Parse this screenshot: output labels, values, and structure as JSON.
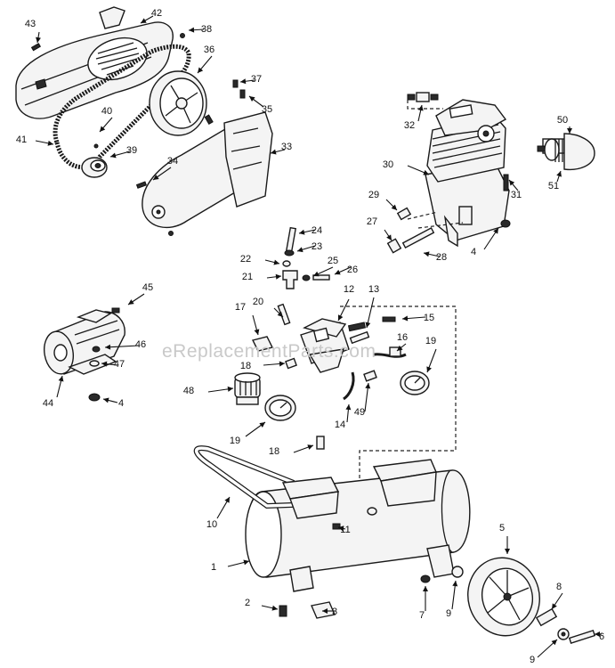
{
  "watermark": "eReplacementParts.com",
  "callouts": [
    {
      "id": "c43",
      "label": "43"
    },
    {
      "id": "c42",
      "label": "42"
    },
    {
      "id": "c38",
      "label": "38"
    },
    {
      "id": "c36",
      "label": "36"
    },
    {
      "id": "c37",
      "label": "37"
    },
    {
      "id": "c35",
      "label": "35"
    },
    {
      "id": "c40",
      "label": "40"
    },
    {
      "id": "c41",
      "label": "41"
    },
    {
      "id": "c39",
      "label": "39"
    },
    {
      "id": "c34",
      "label": "34"
    },
    {
      "id": "c33",
      "label": "33"
    },
    {
      "id": "c32",
      "label": "32"
    },
    {
      "id": "c50",
      "label": "50"
    },
    {
      "id": "c30",
      "label": "30"
    },
    {
      "id": "c31",
      "label": "31"
    },
    {
      "id": "c51",
      "label": "51"
    },
    {
      "id": "c29",
      "label": "29"
    },
    {
      "id": "c27",
      "label": "27"
    },
    {
      "id": "c28",
      "label": "28"
    },
    {
      "id": "c4a",
      "label": "4"
    },
    {
      "id": "c24",
      "label": "24"
    },
    {
      "id": "c23",
      "label": "23"
    },
    {
      "id": "c22",
      "label": "22"
    },
    {
      "id": "c25",
      "label": "25"
    },
    {
      "id": "c26",
      "label": "26"
    },
    {
      "id": "c21",
      "label": "21"
    },
    {
      "id": "c45",
      "label": "45"
    },
    {
      "id": "c12",
      "label": "12"
    },
    {
      "id": "c13",
      "label": "13"
    },
    {
      "id": "c20",
      "label": "20"
    },
    {
      "id": "c17",
      "label": "17"
    },
    {
      "id": "c15",
      "label": "15"
    },
    {
      "id": "c16",
      "label": "16"
    },
    {
      "id": "c19a",
      "label": "19"
    },
    {
      "id": "c46",
      "label": "46"
    },
    {
      "id": "c47",
      "label": "47"
    },
    {
      "id": "c18a",
      "label": "18"
    },
    {
      "id": "c48",
      "label": "48"
    },
    {
      "id": "c44",
      "label": "44"
    },
    {
      "id": "c4b",
      "label": "4"
    },
    {
      "id": "c14",
      "label": "14"
    },
    {
      "id": "c49",
      "label": "49"
    },
    {
      "id": "c19b",
      "label": "19"
    },
    {
      "id": "c18b",
      "label": "18"
    },
    {
      "id": "c10",
      "label": "10"
    },
    {
      "id": "c11",
      "label": "11"
    },
    {
      "id": "c5",
      "label": "5"
    },
    {
      "id": "c1",
      "label": "1"
    },
    {
      "id": "c8",
      "label": "8"
    },
    {
      "id": "c6",
      "label": "6"
    },
    {
      "id": "c2",
      "label": "2"
    },
    {
      "id": "c3",
      "label": "3"
    },
    {
      "id": "c7",
      "label": "7"
    },
    {
      "id": "c9a",
      "label": "9"
    },
    {
      "id": "c9b",
      "label": "9"
    }
  ]
}
